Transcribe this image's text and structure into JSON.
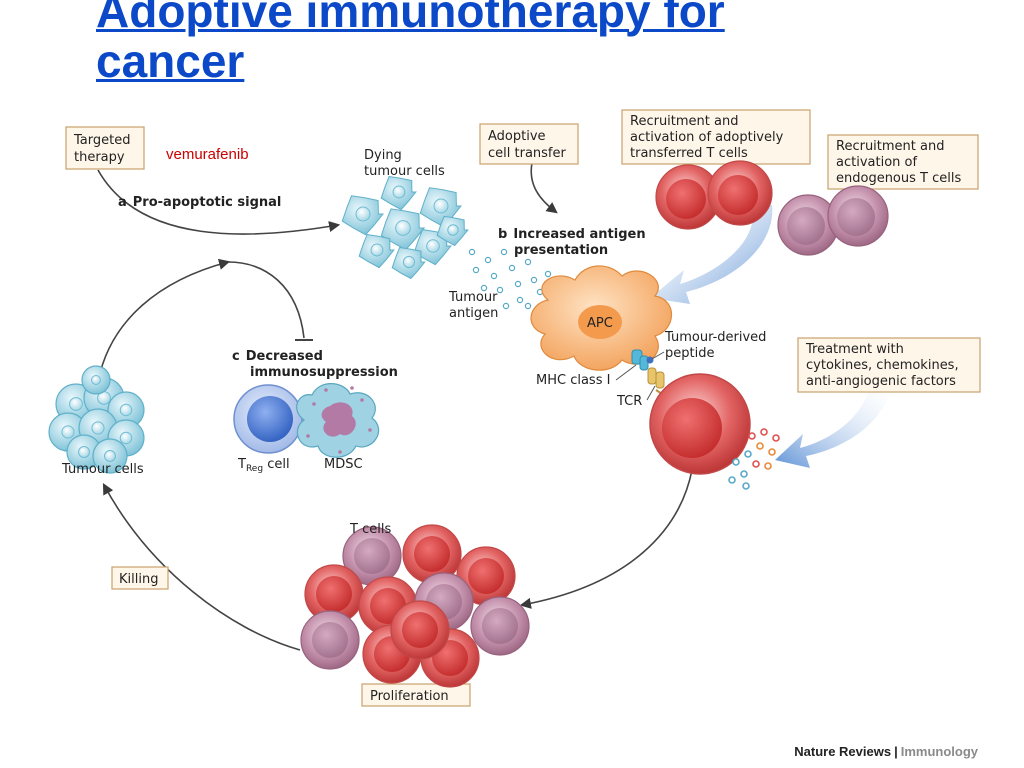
{
  "title": {
    "line1": "Adoptive immunotherapy for",
    "line2": "cancer"
  },
  "boxes": {
    "targeted_therapy": [
      "Targeted",
      "therapy"
    ],
    "adoptive_cell_transfer": [
      "Adoptive",
      "cell transfer"
    ],
    "recruitment_adoptive": [
      "Recruitment and",
      "activation of adoptively",
      "transferred T cells"
    ],
    "recruitment_endogenous": [
      "Recruitment and",
      "activation of",
      "endogenous T cells"
    ],
    "treatment": [
      "Treatment with",
      "cytokines, chemokines,",
      "anti-angiogenic factors"
    ],
    "killing": "Killing",
    "proliferation": "Proliferation"
  },
  "annotation": "vemurafenib",
  "steps": {
    "a_letter": "a",
    "a_text": "Pro-apoptotic signal",
    "b_letter": "b",
    "b_text": [
      "Increased antigen",
      "presentation"
    ],
    "c_letter": "c",
    "c_text": [
      "Decreased",
      "immunosuppression"
    ]
  },
  "labels": {
    "dying_tumour_cells": [
      "Dying",
      "tumour cells"
    ],
    "tumour_antigen": [
      "Tumour",
      "antigen"
    ],
    "apc": "APC",
    "tumour_derived_peptide": [
      "Tumour-derived",
      "peptide"
    ],
    "mhc_class_i": "MHC class I",
    "tcr": "TCR",
    "treg_t": "T",
    "treg_sub": "Reg",
    "treg_cell": " cell",
    "mdsc": "MDSC",
    "tumour_cells": "Tumour cells",
    "t_cells": "T cells"
  },
  "credit": {
    "journal": "Nature Reviews",
    "separator": "|",
    "field": "Immunology"
  },
  "colors": {
    "title": "#0b49c8",
    "annotation": "#cc0000",
    "box_border": "#c9a26b",
    "box_fill": "#fff6ea",
    "tumour_cell": "#8fcfe0",
    "apc": "#f6b16c",
    "t_cell": "#d84a4a",
    "endogenous_t_cell": "#b37a96",
    "treg": "#4f7fd0",
    "mdsc": "#8fc9dc"
  }
}
